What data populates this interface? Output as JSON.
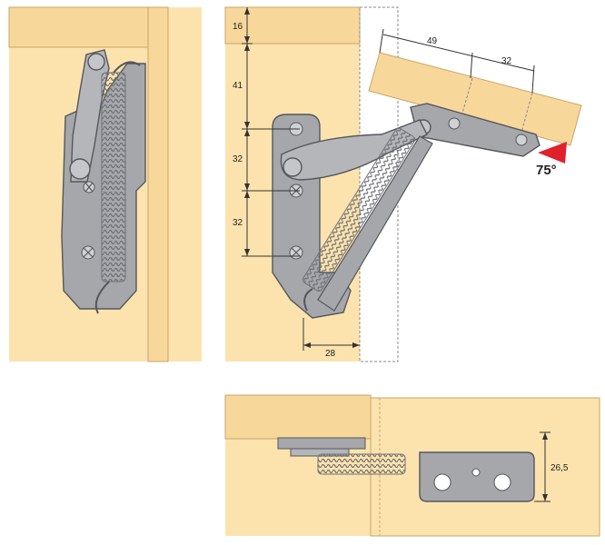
{
  "colors": {
    "wood": "#FCE3AE",
    "wood_edge": "#E9C98A",
    "wood_border": "#C9A66A",
    "metal": "#A6A7AB",
    "metal_dark": "#6E7076",
    "spring": "#8D8F94",
    "arrow": "#E0202A",
    "dim_line": "#333333"
  },
  "dimensions": {
    "d16": "16",
    "d41": "41",
    "d32_upper": "32",
    "d32_lower": "32",
    "d28": "28",
    "d49": "49",
    "d32_top": "32",
    "d26_5": "26,5"
  },
  "angle_label": "75°",
  "panels": {
    "side_view_closed": "",
    "side_view_open": "",
    "top_view": ""
  }
}
